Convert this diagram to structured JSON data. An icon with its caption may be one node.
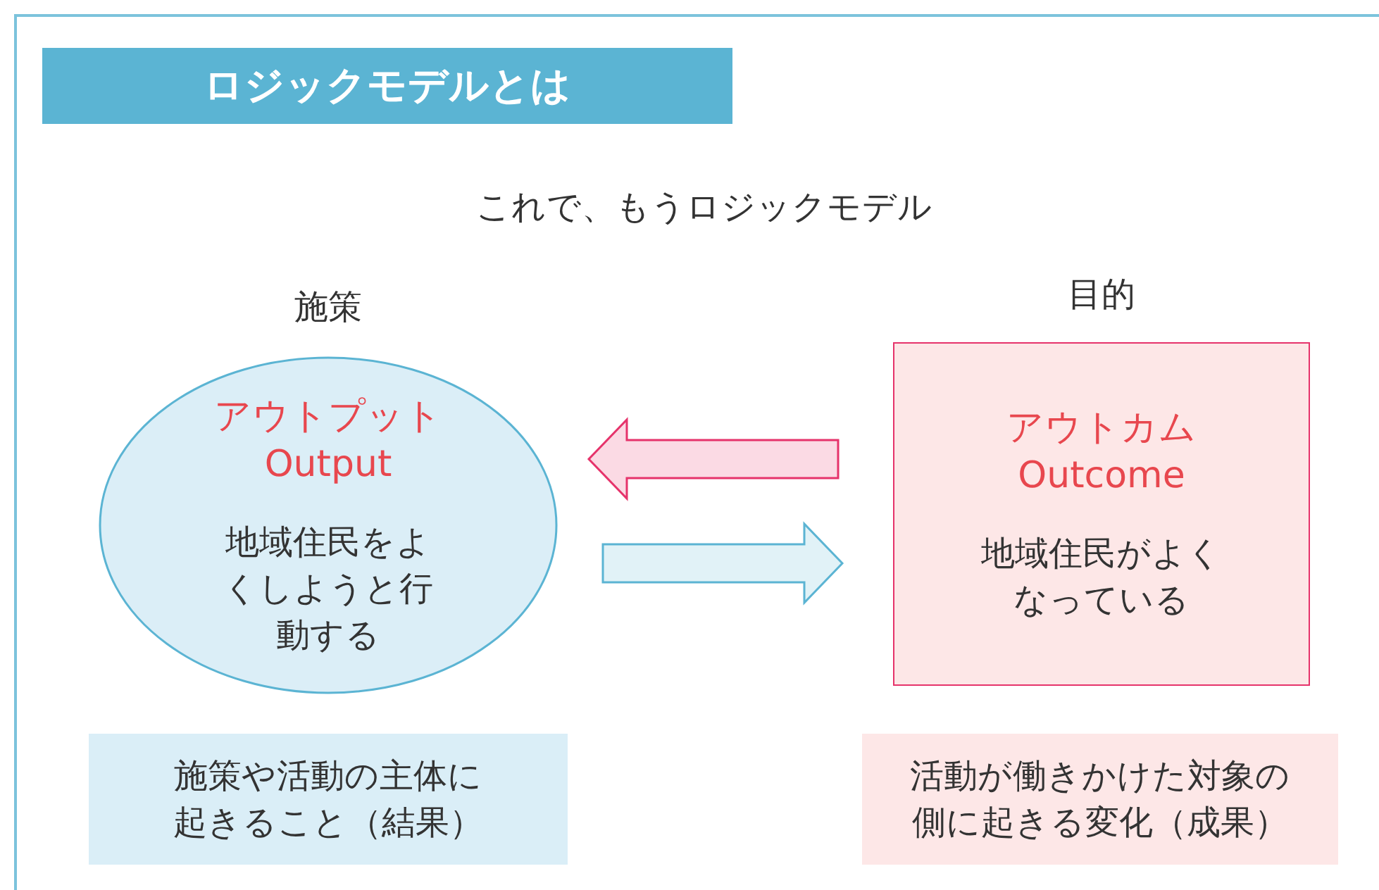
{
  "diagram": {
    "title": "ロジックモデルとは",
    "nodes": [
      {
        "text": [
          "アウトプット",
          "Output",
          "地域住民をよくしようと行動する"
        ],
        "beside": [
          "施策"
        ]
      },
      {
        "text": [
          "アウトカム",
          "Outcome",
          "地域住民がよくなっている"
        ],
        "beside": [
          "目的"
        ]
      },
      {
        "text": [
          "施策や活動の主体に起きること（結果）"
        ]
      },
      {
        "text": [
          "活動が働きかけた対象の側に起きる変化（成果）"
        ]
      }
    ],
    "edges": [
      {
        "from": 1,
        "to": 0,
        "arrow": "to",
        "color": "#e6336b"
      },
      {
        "from": 0,
        "to": 1,
        "arrow": "to",
        "color": "#5bb4d3"
      }
    ],
    "labels": [
      "これで、もうロジックモデル"
    ]
  }
}
